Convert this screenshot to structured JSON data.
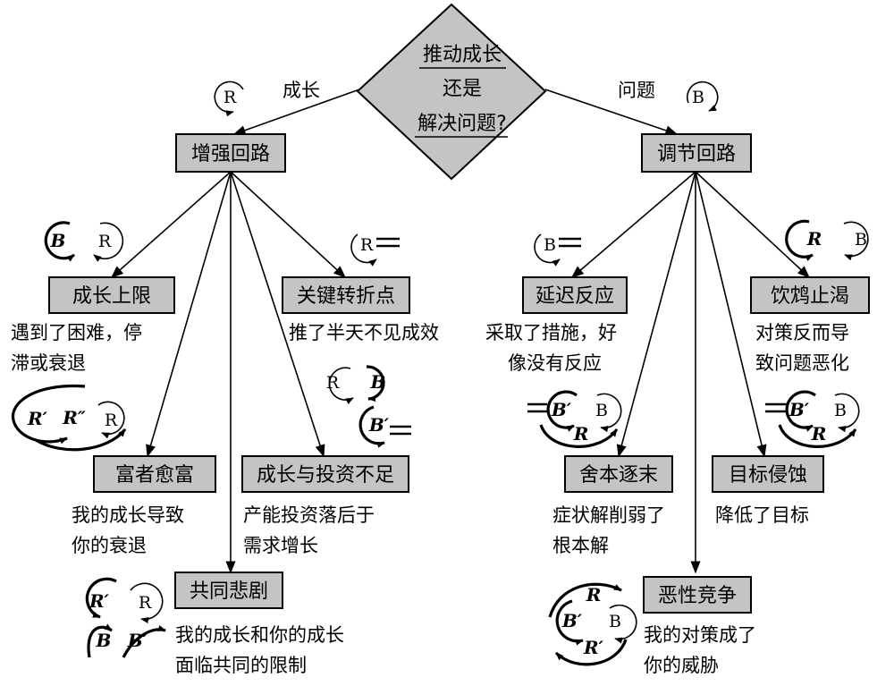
{
  "center": {
    "line1": "推动成长",
    "line2": "还是",
    "line3": "解决问题?"
  },
  "edges": {
    "left": "成长",
    "right": "问题"
  },
  "reinforcing": {
    "title": "增强回路",
    "symbol": "R",
    "children": [
      {
        "title": "成长上限",
        "desc1": "遇到了困难，停",
        "desc2": "滞或衰退",
        "loop_labels": [
          "B",
          "R"
        ]
      },
      {
        "title": "关键转折点",
        "desc1": "推了半天不见成效",
        "desc2": "",
        "loop_labels": [
          "R"
        ]
      },
      {
        "title": "富者愈富",
        "desc1": "我的成长导致",
        "desc2": "你的衰退",
        "loop_labels": [
          "R′",
          "R″",
          "R"
        ]
      },
      {
        "title": "成长与投资不足",
        "desc1": "产能投资落后于",
        "desc2": "需求增长",
        "loop_labels": [
          "R",
          "B",
          "B′"
        ]
      },
      {
        "title": "共同悲剧",
        "desc1": "我的成长和你的成长",
        "desc2": "面临共同的限制",
        "loop_labels": [
          "R′",
          "R",
          "B",
          "B′"
        ]
      }
    ]
  },
  "balancing": {
    "title": "调节回路",
    "symbol": "B",
    "children": [
      {
        "title": "延迟反应",
        "desc1": "采取了措施，好",
        "desc2": "像没有反应",
        "loop_labels": [
          "B"
        ]
      },
      {
        "title": "饮鸩止渴",
        "desc1": "对策反而导",
        "desc2": "致问题恶化",
        "loop_labels": [
          "R",
          "B"
        ]
      },
      {
        "title": "舍本逐末",
        "desc1": "症状解削弱了",
        "desc2": "根本解",
        "loop_labels": [
          "B′",
          "B",
          "R"
        ]
      },
      {
        "title": "目标侵蚀",
        "desc1": "降低了目标",
        "desc2": "",
        "loop_labels": [
          "B′",
          "B",
          "R"
        ]
      },
      {
        "title": "恶性竞争",
        "desc1": "我的对策成了",
        "desc2": "你的威胁",
        "loop_labels": [
          "R",
          "B′",
          "B",
          "R′"
        ]
      }
    ]
  },
  "colors": {
    "box_fill": "#c4c4c4",
    "stroke": "#000000",
    "background": "#ffffff"
  }
}
